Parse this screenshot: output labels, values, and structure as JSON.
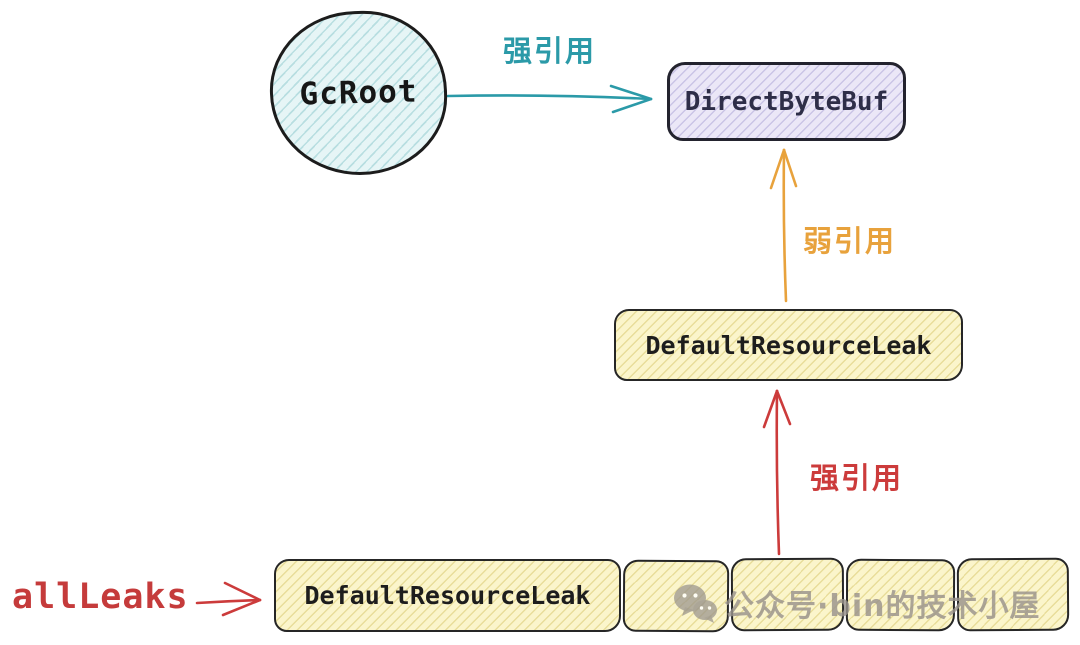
{
  "nodes": {
    "gcroot": {
      "label": "GcRoot",
      "shape": "circle",
      "fill": "#e6f5f6",
      "stroke": "#1c1c1c"
    },
    "directByteBuf": {
      "label": "DirectByteBuf",
      "shape": "rounded-rect",
      "fill": "#ebe7f7",
      "stroke": "#23232e"
    },
    "leakMid": {
      "label": "DefaultResourceLeak",
      "shape": "rounded-rect",
      "fill": "#fbf5cb",
      "stroke": "#262626"
    },
    "leakBottom": {
      "label": "DefaultResourceLeak",
      "shape": "rounded-rect",
      "fill": "#fbf5cb",
      "stroke": "#262626"
    },
    "emptyCellCount": 4
  },
  "edges": {
    "strongTop": {
      "label": "强引用",
      "color": "#2b9aa8",
      "from": "GcRoot",
      "to": "DirectByteBuf",
      "direction": "right"
    },
    "weak": {
      "label": "弱引用",
      "color": "#e8a23c",
      "from": "DefaultResourceLeak",
      "to": "DirectByteBuf",
      "direction": "up"
    },
    "strongBottom": {
      "label": "强引用",
      "color": "#cc3b3b",
      "from": "allLeaks-list-cell",
      "to": "DefaultResourceLeak",
      "direction": "up"
    },
    "allLeaksPointer": {
      "label": "allLeaks",
      "color": "#c53b3b",
      "to": "DefaultResourceLeak",
      "direction": "right"
    }
  },
  "watermark": {
    "icon": "wechat-icon",
    "text": "公众号·bin的技术小屋",
    "color": "#98928b"
  }
}
